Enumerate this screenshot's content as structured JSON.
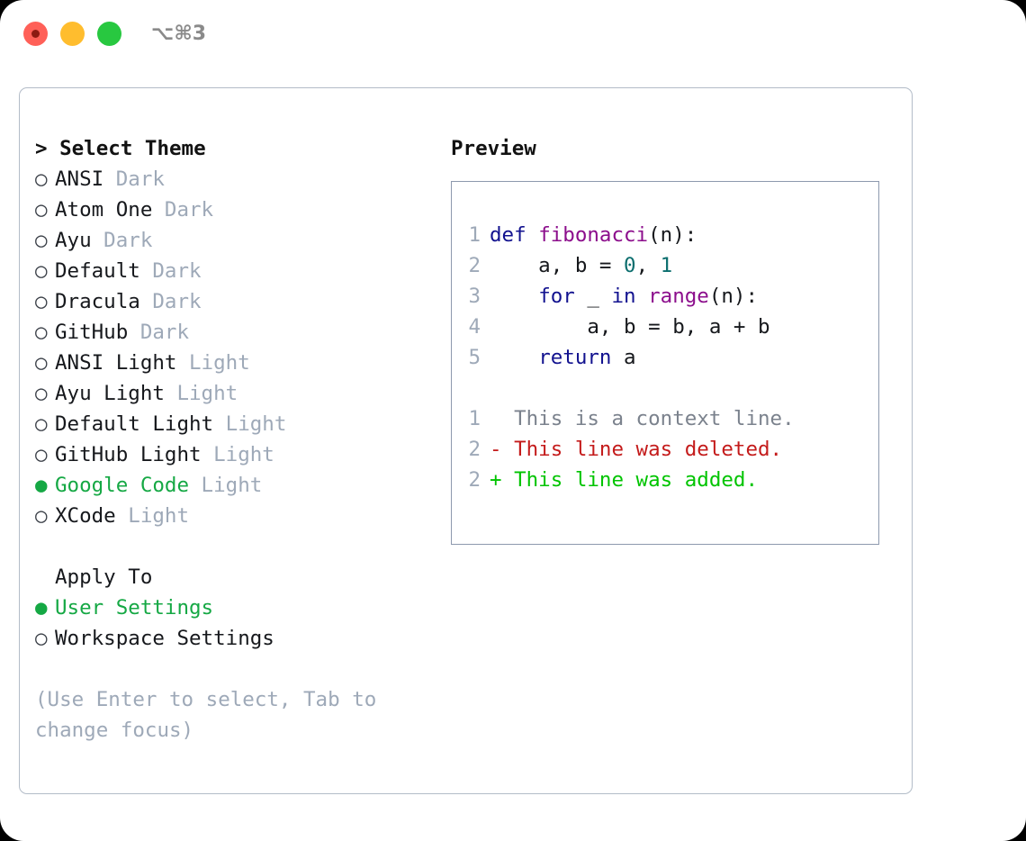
{
  "window": {
    "traffic_lights": [
      "close",
      "minimize",
      "zoom"
    ],
    "shortcut": "⌥⌘3"
  },
  "theme_picker": {
    "header": "> Select Theme",
    "bullet_unselected": "○",
    "bullet_selected": "●",
    "items": [
      {
        "name": "ANSI",
        "kind": "Dark",
        "selected": false
      },
      {
        "name": "Atom One",
        "kind": "Dark",
        "selected": false
      },
      {
        "name": "Ayu",
        "kind": "Dark",
        "selected": false
      },
      {
        "name": "Default",
        "kind": "Dark",
        "selected": false
      },
      {
        "name": "Dracula",
        "kind": "Dark",
        "selected": false
      },
      {
        "name": "GitHub",
        "kind": "Dark",
        "selected": false
      },
      {
        "name": "ANSI Light",
        "kind": "Light",
        "selected": false
      },
      {
        "name": "Ayu Light",
        "kind": "Light",
        "selected": false
      },
      {
        "name": "Default Light",
        "kind": "Light",
        "selected": false
      },
      {
        "name": "GitHub Light",
        "kind": "Light",
        "selected": false
      },
      {
        "name": "Google Code",
        "kind": "Light",
        "selected": true
      },
      {
        "name": "XCode",
        "kind": "Light",
        "selected": false
      }
    ]
  },
  "apply_to": {
    "header": "Apply To",
    "options": [
      {
        "label": "User Settings",
        "selected": true
      },
      {
        "label": "Workspace Settings",
        "selected": false
      }
    ]
  },
  "hint": "(Use Enter to select, Tab to change focus)",
  "preview": {
    "title": "Preview",
    "code_lines": [
      {
        "no": "1",
        "tokens": [
          {
            "t": "def ",
            "c": "kw"
          },
          {
            "t": "fibonacci",
            "c": "fn"
          },
          {
            "t": "(n):",
            "c": "pl"
          }
        ]
      },
      {
        "no": "2",
        "tokens": [
          {
            "t": "    a, b = ",
            "c": "pl"
          },
          {
            "t": "0",
            "c": "num"
          },
          {
            "t": ", ",
            "c": "pl"
          },
          {
            "t": "1",
            "c": "num"
          }
        ]
      },
      {
        "no": "3",
        "tokens": [
          {
            "t": "    ",
            "c": "pl"
          },
          {
            "t": "for",
            "c": "kw"
          },
          {
            "t": " _ ",
            "c": "pl"
          },
          {
            "t": "in",
            "c": "kw"
          },
          {
            "t": " ",
            "c": "pl"
          },
          {
            "t": "range",
            "c": "fn"
          },
          {
            "t": "(n):",
            "c": "pl"
          }
        ]
      },
      {
        "no": "4",
        "tokens": [
          {
            "t": "        a, b = b, a + b",
            "c": "pl"
          }
        ]
      },
      {
        "no": "5",
        "tokens": [
          {
            "t": "    ",
            "c": "pl"
          },
          {
            "t": "return",
            "c": "kw"
          },
          {
            "t": " a",
            "c": "pl"
          }
        ]
      }
    ],
    "diff_lines": [
      {
        "no": "1",
        "marker": " ",
        "text": " This is a context line.",
        "kind": "ctx"
      },
      {
        "no": "2",
        "marker": "-",
        "text": " This line was deleted.",
        "kind": "del"
      },
      {
        "no": "2",
        "marker": "+",
        "text": " This line was added.",
        "kind": "add"
      }
    ]
  },
  "colors": {
    "accent_green": "#15a844",
    "muted": "#9ea9b8",
    "keyword": "#12128f",
    "function": "#8c0e8c",
    "number": "#0b6e6e",
    "diff_add": "#00c400",
    "diff_del": "#c41b1b",
    "border": "#8d99ae"
  }
}
